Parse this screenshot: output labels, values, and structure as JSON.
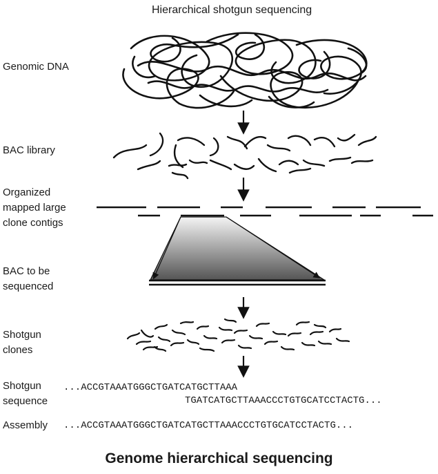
{
  "diagram": {
    "title": "Hierarchical shotgun sequencing",
    "caption": "Genome hierarchical sequencing",
    "stages": {
      "genomic_dna": "Genomic DNA",
      "bac_library": "BAC library",
      "contigs": [
        "Organized",
        "mapped large",
        "clone contigs"
      ],
      "bac_to_sequence": [
        "BAC to be",
        "sequenced"
      ],
      "shotgun_clones": [
        "Shotgun",
        "clones"
      ],
      "shotgun_sequence": [
        "Shotgun",
        "sequence"
      ],
      "assembly": "Assembly"
    },
    "sequences": {
      "read_1": "...ACCGTAAATGGGCTGATCATGCTTAAA",
      "read_2": "TGATCATGCTTAAACCCTGTGCATCCTACTG...",
      "assembly": "...ACCGTAAATGGGCTGATCATGCTTAAACCCTGTGCATCCTACTG..."
    }
  }
}
